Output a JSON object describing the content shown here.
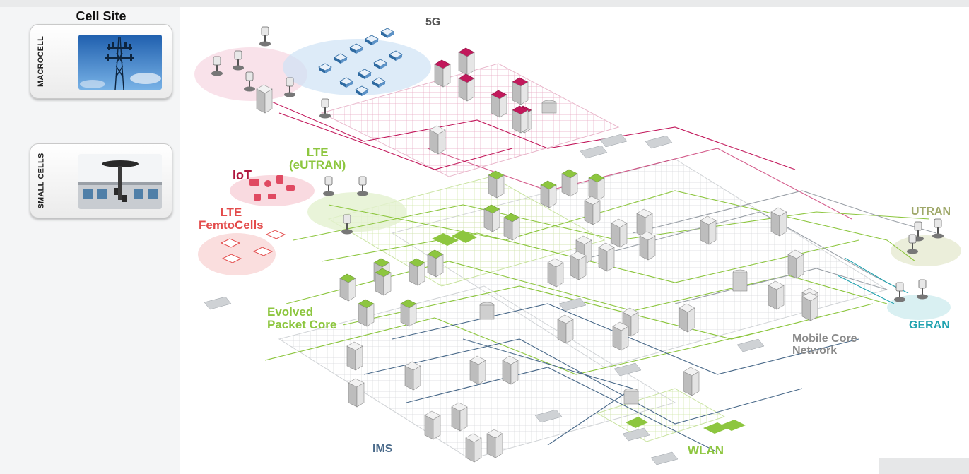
{
  "cell_site": {
    "title": "Cell Site",
    "cards": [
      {
        "label": "MACROCELL",
        "image": "cell-tower-photo"
      },
      {
        "label": "SMALL CELLS",
        "image": "small-cell-antenna-photo"
      }
    ]
  },
  "diagram": {
    "labels": {
      "five_g": "5G",
      "iot": "IoT",
      "lte_line1": "LTE",
      "lte_line2": "(eUTRAN)",
      "femto_line1": "LTE",
      "femto_line2": "FemtoCells",
      "epc_line1": "Evolved",
      "epc_line2": "Packet Core",
      "ims": "IMS",
      "wlan": "WLAN",
      "mcn_line1": "Mobile Core",
      "mcn_line2": "Network",
      "utran": "UTRAN",
      "geran": "GERAN"
    },
    "colors": {
      "five_g": "#c2185b",
      "iot": "#b0173f",
      "lte": "#8dc63f",
      "femto": "#e34b4b",
      "ims": "#4a6a8a",
      "mcn": "#8a8a8a",
      "utran": "#9fa86a",
      "geran": "#21a3b0",
      "lte_blue_cells": "#6fa8dc"
    }
  }
}
